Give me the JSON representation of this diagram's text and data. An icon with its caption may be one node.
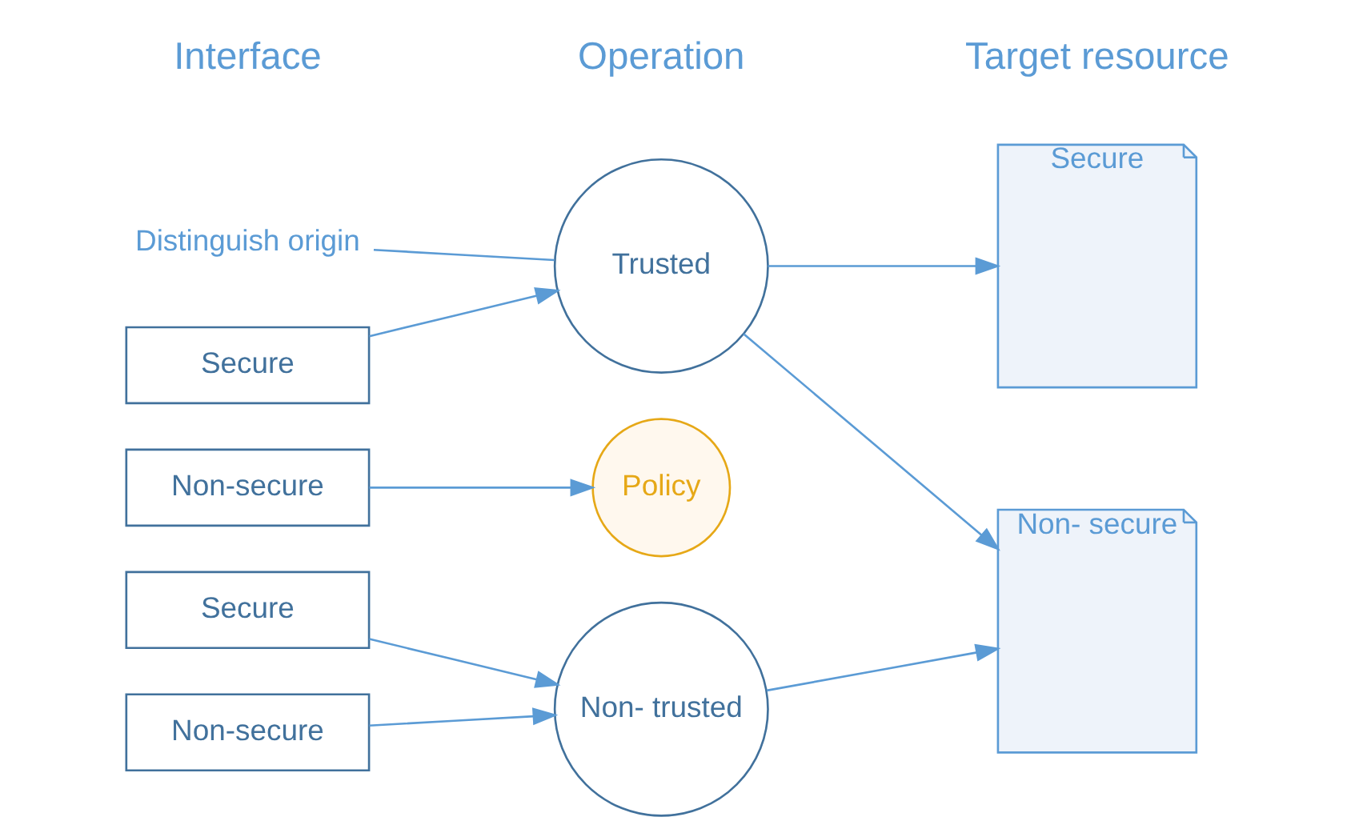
{
  "diagram": {
    "nodes": [
      {
        "text": [
          "Secure"
        ]
      },
      {
        "text": [
          "Non-secure"
        ]
      },
      {
        "text": [
          "Trusted"
        ]
      },
      {
        "text": [
          "Policy"
        ]
      },
      {
        "text": [
          "Secure"
        ]
      },
      {
        "text": [
          "Secure"
        ]
      },
      {
        "text": [
          "Non-secure"
        ]
      },
      {
        "text": [
          "Non- trusted"
        ]
      },
      {
        "text": [
          "Non- secure"
        ]
      },
      {
        "text": [
          "Distinguish origin"
        ]
      }
    ],
    "edges": [
      {
        "from": 0,
        "to": 2,
        "arrow": "to"
      },
      {
        "from": 1,
        "to": 3,
        "arrow": "to"
      },
      {
        "from": 9,
        "to": 2,
        "arrow": "none"
      },
      {
        "from": 2,
        "to": 4,
        "arrow": "to"
      },
      {
        "from": 2,
        "to": 8,
        "arrow": "to"
      },
      {
        "from": 5,
        "to": 7,
        "arrow": "to"
      },
      {
        "from": 6,
        "to": 7,
        "arrow": "to"
      },
      {
        "from": 7,
        "to": 8,
        "arrow": "to"
      }
    ],
    "labels": [
      "Interface",
      "Operation",
      "Target resource"
    ]
  }
}
